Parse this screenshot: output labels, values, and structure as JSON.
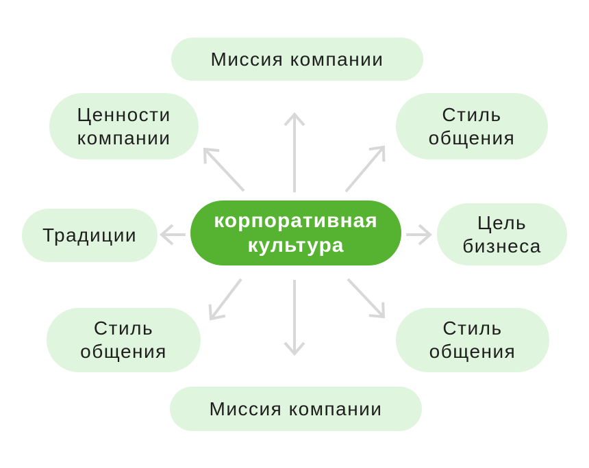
{
  "diagram": {
    "center": {
      "label": "корпоративная\nкультура"
    },
    "nodes": [
      {
        "position": "top",
        "label": "Миссия компании"
      },
      {
        "position": "top-left",
        "label": "Ценности\nкомпании"
      },
      {
        "position": "top-right",
        "label": "Стиль\nобщения"
      },
      {
        "position": "left",
        "label": "Традиции"
      },
      {
        "position": "right",
        "label": "Цель\nбизнеса"
      },
      {
        "position": "bottom-left",
        "label": "Стиль\nобщения"
      },
      {
        "position": "bottom-right",
        "label": "Стиль\nобщения"
      },
      {
        "position": "bottom",
        "label": "Миссия компании"
      }
    ],
    "arrows": [
      "arrow-up",
      "arrow-up-left",
      "arrow-up-right",
      "arrow-left",
      "arrow-right",
      "arrow-down-left",
      "arrow-down",
      "arrow-down-right"
    ],
    "colors": {
      "center_bg": "#55b331",
      "center_text": "#ffffff",
      "node_bg": "#dff5dd",
      "text": "#1e1e1e",
      "arrow": "#d8d8d8",
      "page_bg": "#ffffff"
    }
  }
}
